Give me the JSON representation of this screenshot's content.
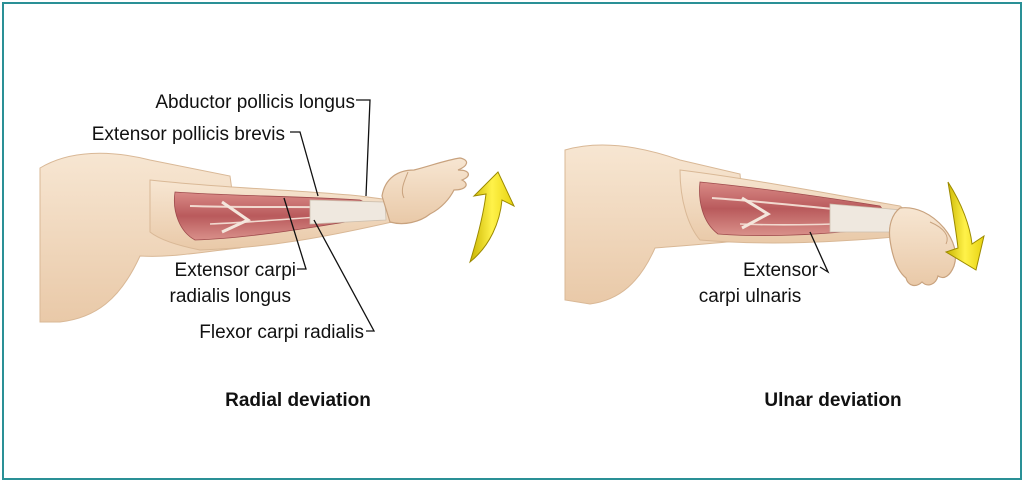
{
  "panels": [
    {
      "caption": "Radial deviation",
      "labels": {
        "abductor_pollicis_longus": "Abductor pollicis longus",
        "extensor_pollicis_brevis": "Extensor pollicis brevis",
        "extensor_carpi_radialis_longus_line1": "Extensor carpi",
        "extensor_carpi_radialis_longus_line2": "radialis longus",
        "flexor_carpi_radialis": "Flexor carpi radialis"
      },
      "arrow_direction": "up"
    },
    {
      "caption": "Ulnar deviation",
      "labels": {
        "extensor_carpi_ulnaris_line1": "Extensor",
        "extensor_carpi_ulnaris_line2": "carpi ulnaris"
      },
      "arrow_direction": "down"
    }
  ],
  "colors": {
    "frame": "#2a9096",
    "skin": "#f3dcc3",
    "muscle": "#c26a6a",
    "tendon": "#e9e4dc",
    "arrow": "#f2e21c"
  }
}
